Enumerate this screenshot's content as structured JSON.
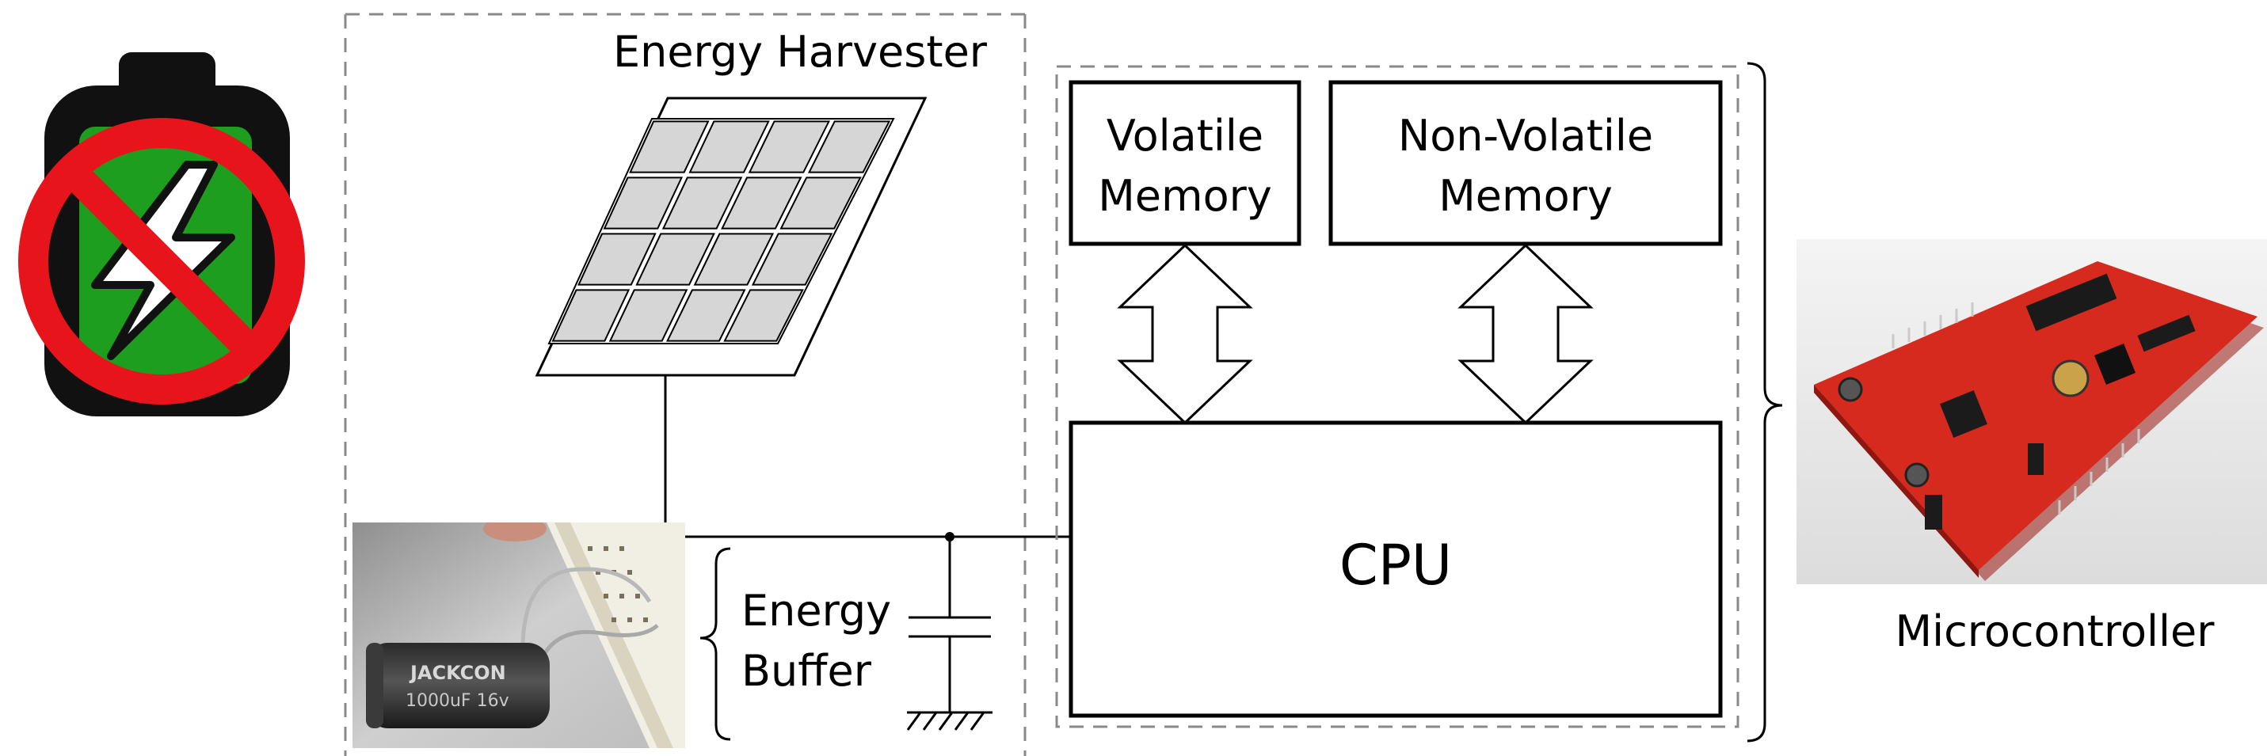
{
  "labels": {
    "energy_harvester": "Energy Harvester",
    "volatile_memory_line1": "Volatile",
    "volatile_memory_line2": "Memory",
    "non_volatile_memory_line1": "Non-Volatile",
    "non_volatile_memory_line2": "Memory",
    "cpu": "CPU",
    "energy_buffer_line1": "Energy",
    "energy_buffer_line2": "Buffer",
    "microcontroller": "Microcontroller",
    "capacitor_brand": "JACKCON",
    "capacitor_rating": "1000uF 16v"
  },
  "icons": {
    "battery": "no-battery-icon",
    "solar_panel": "solar-panel-icon",
    "capacitor_symbol": "capacitor-symbol-icon",
    "ground_symbol": "ground-symbol-icon",
    "capacitor_photo": "capacitor-photo",
    "board_photo": "microcontroller-board-photo"
  },
  "colors": {
    "battery_body": "#111111",
    "battery_fill": "#1e9e1e",
    "prohibition_red": "#e8141b",
    "panel_cell": "#d6d6d6",
    "board_red": "#d62a1e",
    "dashed_border": "#8a8a8a"
  }
}
